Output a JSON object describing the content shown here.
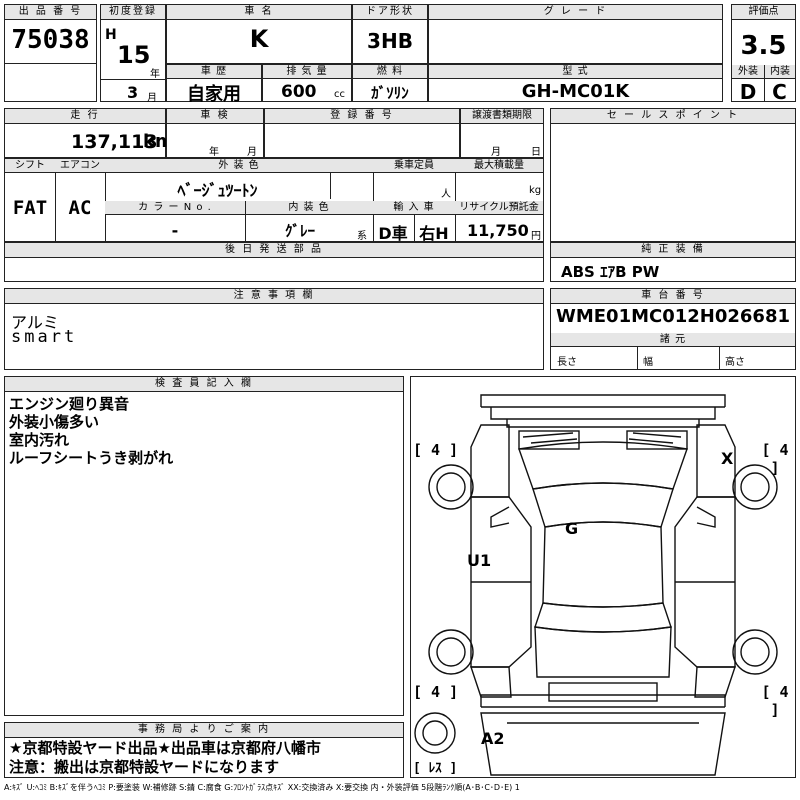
{
  "header": {
    "lot_label": "出 品 番 号",
    "lot_number": "75038",
    "first_reg_label": "初度登録",
    "era": "H",
    "year": "15",
    "year_unit": "年",
    "month": "3",
    "month_unit": "月",
    "car_name_label": "車  名",
    "car_name": "K",
    "door_label": "ドア形状",
    "door": "3HB",
    "grade_label": "グ レ ー ド",
    "grade": "",
    "score_label": "評価点",
    "score": "3.5",
    "history_label": "車 歴",
    "history": "自家用",
    "displacement_label": "排 気 量",
    "displacement": "600",
    "displacement_unit": "cc",
    "fuel_label": "燃 料",
    "fuel": "ｶﾞｿﾘﾝ",
    "model_label": "型 式",
    "model": "GH-MC01K",
    "exterior_label": "外装",
    "exterior": "D",
    "interior_label": "内装",
    "interior": "C"
  },
  "row2": {
    "mileage_label": "走 行",
    "mileage": "137,113",
    "mileage_unit": "km",
    "inspection_label": "車 検",
    "inspection_year_unit": "年",
    "inspection_month_unit": "月",
    "regno_label": "登 録 番 号",
    "transfer_label": "譲渡書類期限",
    "transfer_month_unit": "月",
    "transfer_day_unit": "日",
    "sales_label": "セ ー ル ス ポ イ ン ト",
    "shift_label": "シフト",
    "shift": "FAT",
    "ac_label": "エアコン",
    "ac": "AC",
    "ext_color_label": "外 装 色",
    "ext_color": "ﾍﾞｰｼﾞｭﾂｰﾄﾝ",
    "capacity_label": "乗車定員",
    "capacity_unit": "人",
    "load_label": "最大積載量",
    "load_unit": "kg",
    "color_no_label": "カ ラ ー  N o .",
    "color_no": "-",
    "int_color_label": "内 装 色",
    "int_color": "ｸﾞﾚｰ",
    "int_color_unit": "系",
    "import_label": "輸 入 車",
    "import": "D車",
    "steering": "右H",
    "recycle_label": "リサイクル預託金",
    "recycle": "11,750",
    "recycle_unit": "円",
    "later_parts_label": "後 日 発 送 部 品",
    "genuine_label": "純 正 装 備",
    "genuine": "ABS ｴｱB PW"
  },
  "notes": {
    "caution_label": "注 意 事 項 欄",
    "caution_lines": [
      "アルミ",
      "smart"
    ],
    "chassis_label": "車 台 番 号",
    "chassis": "WME01MC012H026681",
    "specs_label": "諸 元",
    "length_label": "長さ",
    "width_label": "幅",
    "height_label": "高さ"
  },
  "inspector": {
    "label": "検 査 員 記 入 欄",
    "lines": [
      "エンジン廻り異音",
      "外装小傷多い",
      "室内汚れ",
      "ルーフシートうき剥がれ"
    ]
  },
  "diagram": {
    "tire_fl": "[ 4 ]",
    "tire_fr": "[ 4 ]",
    "tire_rl": "[ 4 ]",
    "tire_rr": "[ 4 ]",
    "mark_x": "X",
    "mark_g": "G",
    "mark_u1": "U1",
    "mark_a2": "A2",
    "spare_label": "[ ﾚｽ ]"
  },
  "office": {
    "label": "事 務 局 よ り ご 案 内",
    "line1": "★京都特設ヤード出品★出品車は京都府八幡市",
    "line2": "注意：搬出は京都特設ヤードになります"
  },
  "legend": "A:ｷｽﾞ  U:ﾍｺﾐ  B:ｷｽﾞを伴うﾍｺﾐ  P:要塗装  W:補修跡  S:錆  C:腐食  G:ﾌﾛﾝﾄｶﾞﾗｽ点ｷｽﾞ  XX:交換済み  X:要交換   内・外装評価  5段階ﾗﾝｸ順(A･B･C･D･E) 1"
}
